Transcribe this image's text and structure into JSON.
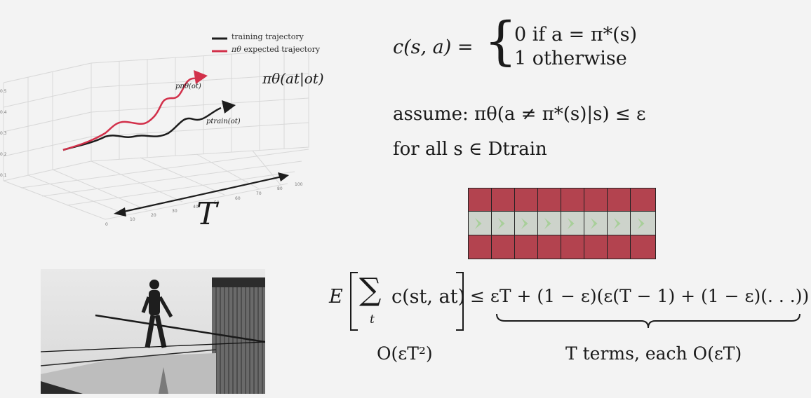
{
  "plot3d": {
    "legend": [
      "training trajectory",
      "expected trajectory"
    ],
    "legend_prefix_sym": "πθ",
    "label_pi_theta": "πθ(at|ot)",
    "label_p_train": "ptrain(ot)",
    "label_p_pi": "pπθ(ot)",
    "axis_T": "T",
    "colors": {
      "training": "#1c1c1c",
      "expected": "#d2304a"
    }
  },
  "cost": {
    "lhs": "c(s, a) =",
    "case1": "0 if a = π*(s)",
    "case2": "1 otherwise"
  },
  "assume": {
    "line1": "assume: πθ(a ≠ π*(s)|s) ≤ ε",
    "line2": "for all s ∈ Dtrain"
  },
  "grid": {
    "cols": 8,
    "colors": {
      "red": "#b3434f",
      "gray": "#cdd3cb",
      "chevron": "#a8cf9a"
    }
  },
  "bound": {
    "E": "E",
    "sum": "∑",
    "sum_index": "t",
    "summand": "c(st, at)",
    "rhs": "≤ εT + (1 − ε)(ε(T − 1) + (1 − ε)(. . .))",
    "order": "O(εT²)",
    "terms": "T terms, each O(εT)"
  },
  "photo": {
    "alt": "tightrope walker between towers"
  }
}
